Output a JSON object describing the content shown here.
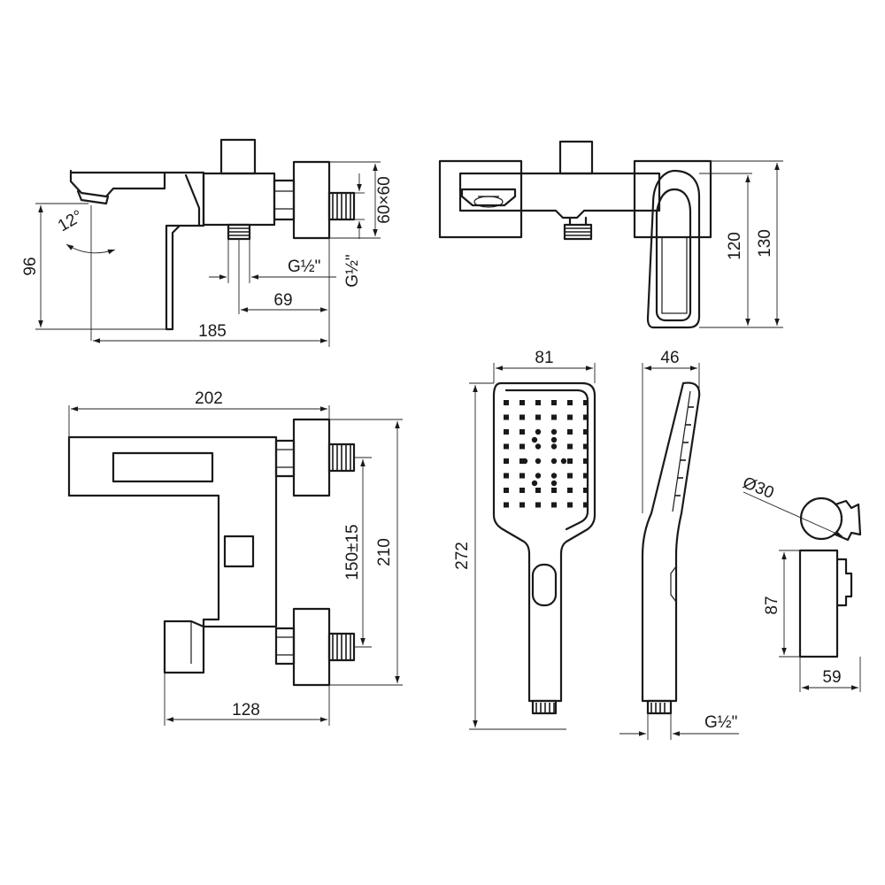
{
  "drawing": {
    "side_view": {
      "angle_label": "12°",
      "height_label": "96",
      "thread_label": "G½\"",
      "flange_label": "60×60",
      "thread_label_vertical": "G½\"",
      "offset_label": "69",
      "length_label": "185"
    },
    "front_view": {
      "height_inner_label": "120",
      "height_outer_label": "130"
    },
    "top_view": {
      "width_label": "202",
      "spacing_label": "150±15",
      "depth_label": "210",
      "body_label": "128"
    },
    "hand_shower": {
      "width_label": "81",
      "length_label": "272",
      "side_width_label": "46",
      "thread_label": "G½\""
    },
    "holder": {
      "diameter_label": "Ø30",
      "height_label": "87",
      "width_label": "59"
    }
  },
  "colors": {
    "line": "#1a1a1a",
    "background": "#ffffff"
  }
}
